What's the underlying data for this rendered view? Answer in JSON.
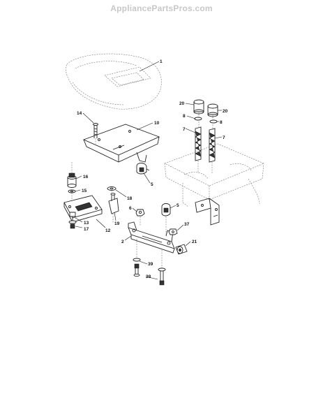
{
  "watermark": "AppliancePartsPros.com",
  "callouts": [
    "1",
    "20",
    "20",
    "8",
    "8",
    "7",
    "7",
    "14",
    "10",
    "16",
    "15",
    "5",
    "18",
    "5",
    "6",
    "19",
    "13",
    "17",
    "12",
    "37",
    "2",
    "21",
    "39",
    "38"
  ]
}
